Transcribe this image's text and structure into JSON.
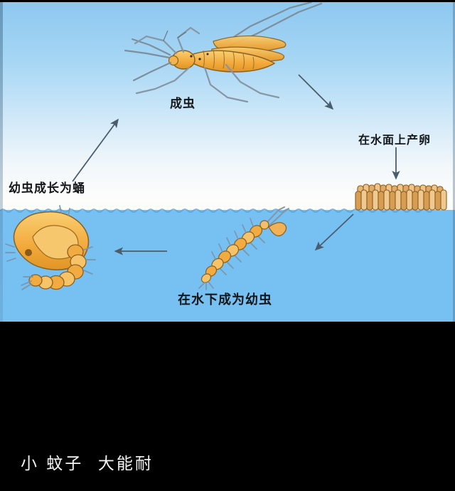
{
  "caption": "小 蚊子  大能耐",
  "diagram": {
    "title_topic": "mosquito-life-cycle",
    "labels": {
      "adult": "成虫",
      "lay_eggs_on_water_surface": "在水面上产卵",
      "larva_grows_into_pupa": "幼虫成长为蛹",
      "becomes_larva_underwater": "在水下成为幼虫"
    },
    "stages": [
      {
        "key": "adult",
        "label": "成虫",
        "icon": "mosquito-adult-illustration"
      },
      {
        "key": "eggs",
        "label": "在水面上产卵",
        "icon": "egg-raft-illustration"
      },
      {
        "key": "larva",
        "label": "在水下成为幼虫",
        "icon": "mosquito-larva-illustration"
      },
      {
        "key": "pupa",
        "label": "幼虫成长为蛹",
        "icon": "mosquito-pupa-illustration"
      }
    ],
    "arrows": [
      {
        "key": "adult-to-eggs",
        "from": "adult",
        "to": "eggs",
        "direction": "down-right"
      },
      {
        "key": "eggs-down",
        "from": "eggs",
        "to": "eggs",
        "direction": "down"
      },
      {
        "key": "eggs-to-larva",
        "from": "eggs",
        "to": "larva",
        "direction": "down-left"
      },
      {
        "key": "larva-to-pupa",
        "from": "larva",
        "to": "pupa",
        "direction": "left"
      },
      {
        "key": "pupa-to-adult",
        "from": "pupa",
        "to": "adult",
        "direction": "up-right"
      }
    ],
    "colors": {
      "sky_top": "#8ec8f0",
      "sky_horizon": "#fdfdfb",
      "water": "#76c0f2",
      "body_orange": "#f2a93b",
      "body_orange_light": "#f8c96a",
      "outline": "#6b4a18",
      "arrow": "#4d6070",
      "letterbox": "#000000",
      "caption_text": "#f4f4f4"
    }
  }
}
